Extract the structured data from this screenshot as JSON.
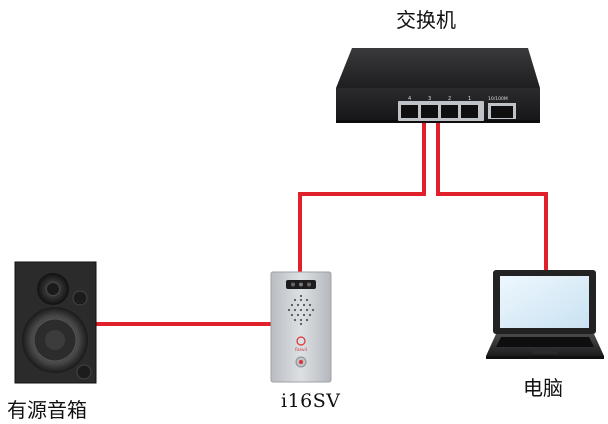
{
  "labels": {
    "switch": "交换机",
    "speaker": "有源音箱",
    "device": "i16SV",
    "computer": "电脑"
  },
  "switch_ports": [
    "4",
    "3",
    "2",
    "1"
  ],
  "switch_uplink_label": "10/100M",
  "device_brand": "Fanvil",
  "colors": {
    "cable": "#e0202a",
    "switch_body": "#2a2a2c",
    "device_panel": "#cfd2d6",
    "speaker_body": "#2b2b2b"
  }
}
